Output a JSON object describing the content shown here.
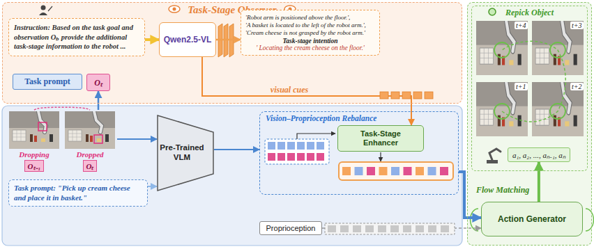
{
  "diagram": {
    "nodes": [
      {
        "text": [
          "Task-Stage Observer"
        ]
      },
      {
        "text": [
          "Instruction: Based on the task goal and observation Oₜ, provide the additional task-stage information to the robot ..."
        ],
        "in": 0
      },
      {
        "text": [
          "Task prompt"
        ],
        "in": 0
      },
      {
        "text": [
          "Oₜ"
        ],
        "in": 0
      },
      {
        "text": [
          "Qwen2.5-VL"
        ],
        "in": 0
      },
      {
        "text": [
          "'Robot arm is positioned above the floor.',",
          "'A basket is located to the left of the robot arm.',",
          "'Cream cheese is not grasped by the robot arm.'",
          "Task-stage intention",
          "' Locating the cream cheese on the floor.'"
        ],
        "in": 0
      },
      {
        "text": [
          "Dropping",
          "Oₜ₋₁"
        ]
      },
      {
        "text": [
          "Dropped",
          "Oₜ"
        ]
      },
      {
        "text": [
          "Task prompt: \"Pick up cream cheese and place it in basket.\""
        ]
      },
      {
        "text": [
          "Pre-Trained VLM"
        ]
      },
      {
        "text": [
          "Vision–Proprioception Rebalance"
        ]
      },
      {
        "text": [
          "Task-Stage Enhancer"
        ],
        "in": 10
      },
      {
        "text": [
          "Proprioception"
        ]
      },
      {
        "text": [
          "Flow Matching"
        ]
      },
      {
        "text": [
          "Repick Object"
        ],
        "in": 13
      },
      {
        "text": [
          "a₁, a₂, ..., aₙ₋₁, aₙ"
        ],
        "in": 14
      },
      {
        "text": [
          "Action Generator"
        ],
        "in": 13
      }
    ],
    "edges": [
      {
        "from": 1,
        "to": 4,
        "arrow": "to"
      },
      {
        "from": 4,
        "to": 5,
        "arrow": "to"
      },
      {
        "from": 4,
        "to": 11,
        "label": "visual cues",
        "arrow": "to"
      },
      {
        "from": 7,
        "to": 3,
        "arrow": "to"
      },
      {
        "from": 7,
        "to": 9,
        "arrow": "to"
      },
      {
        "from": 8,
        "to": 9,
        "arrow": "to"
      },
      {
        "from": 9,
        "to": 10,
        "arrow": "to"
      },
      {
        "from": 10,
        "to": 16,
        "arrow": "to"
      },
      {
        "from": 12,
        "to": 16,
        "arrow": "to"
      },
      {
        "from": 16,
        "to": 15,
        "arrow": "to"
      },
      {
        "from": 6,
        "to": 7,
        "arrow": "none"
      }
    ],
    "labels": [
      "t+4",
      "t+3",
      "t+1",
      "t+2"
    ]
  }
}
